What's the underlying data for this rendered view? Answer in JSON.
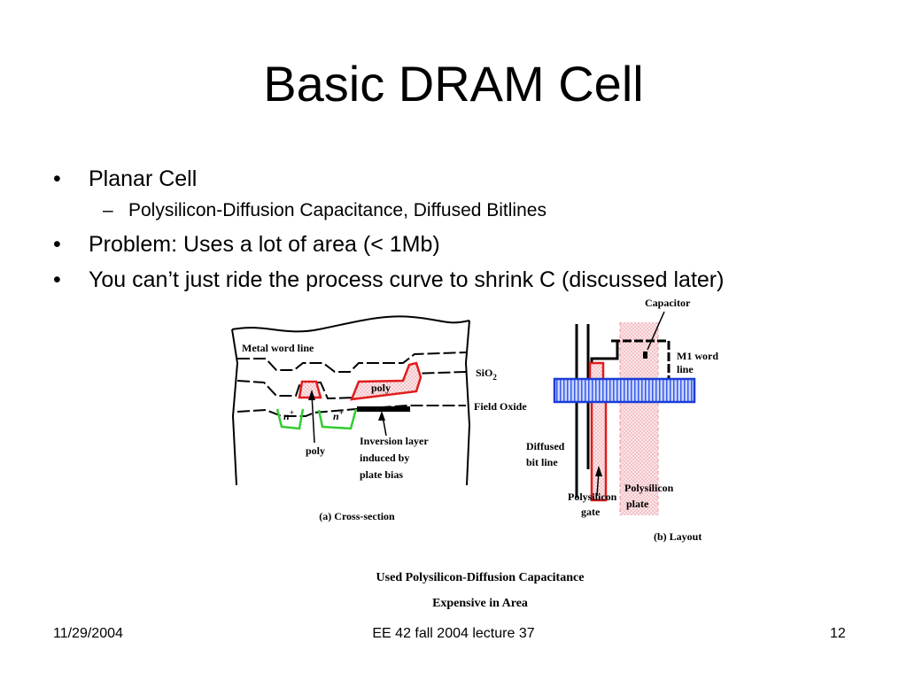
{
  "slide": {
    "title": "Basic DRAM Cell",
    "bullets": [
      {
        "text": "Planar Cell",
        "sub": [
          "Polysilicon-Diffusion Capacitance, Diffused Bitlines"
        ]
      },
      {
        "text": "Problem: Uses a lot of area (< 1Mb)"
      },
      {
        "text": "You can’t just ride the process curve to shrink C (discussed later)"
      }
    ]
  },
  "bullet_marks": {
    "dot": "•",
    "dash": "–"
  },
  "figure": {
    "cross_section": {
      "metal_word_line": "Metal word line",
      "sio2": "SiO",
      "sio2_sub": "2",
      "field_oxide": "Field Oxide",
      "poly_top": "poly",
      "poly_bottom": "poly",
      "n": "n",
      "plus": "+",
      "inversion_1": "Inversion layer",
      "inversion_2": "induced by",
      "inversion_3": "plate bias",
      "caption": "(a) Cross-section"
    },
    "layout": {
      "capacitor": "Capacitor",
      "m1_1": "M1 word",
      "m1_2": "line",
      "diffused_1": "Diffused",
      "diffused_2": "bit line",
      "poly_gate_1": "Polysilicon",
      "poly_gate_2": "gate",
      "poly_plate_1": "Polysilicon",
      "poly_plate_2": "plate",
      "caption": "(b) Layout"
    },
    "caption_1": "Used Polysilicon-Diffusion Capacitance",
    "caption_2": "Expensive in Area"
  },
  "footer": {
    "date": "11/29/2004",
    "course": "EE 42 fall 2004 lecture 37",
    "page": "12"
  },
  "colors": {
    "poly_red": "#e01c1c",
    "diffusion_green": "#33cc33",
    "wordline_blue": "#1a3cd6",
    "plate_pink": "#f7d9dc"
  }
}
